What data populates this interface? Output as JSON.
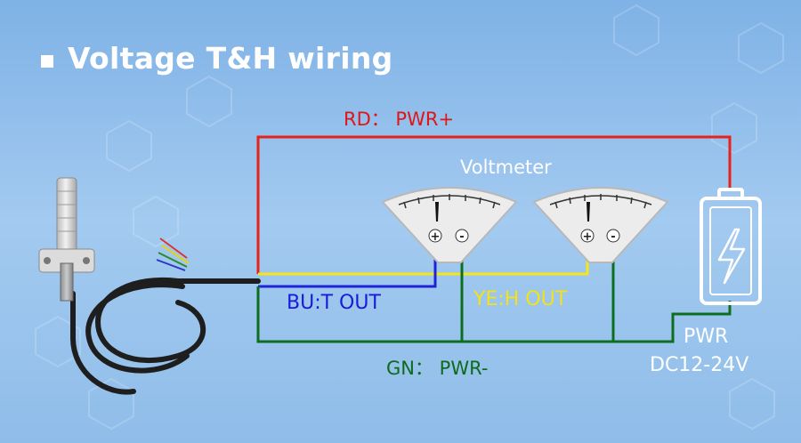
{
  "title": "Voltage T&H wiring",
  "labels": {
    "red": "RD： PWR+",
    "voltmeter": "Voltmeter",
    "blue": "BU:T OUT",
    "yellow": "YE:H OUT",
    "green": "GN： PWR-",
    "pwr": "PWR",
    "dc": "DC12-24V"
  },
  "meters": [
    {
      "plus": "+",
      "minus": "-"
    },
    {
      "plus": "+",
      "minus": "-"
    }
  ],
  "colors": {
    "red": "#e8211b",
    "yellow": "#f5e61c",
    "blue": "#1f23d6",
    "green": "#0d6e1f",
    "red_text": "#e01616",
    "blue_text": "#1a1adb",
    "yellow_text": "#f2e219",
    "green_text": "#0c6b1c"
  }
}
